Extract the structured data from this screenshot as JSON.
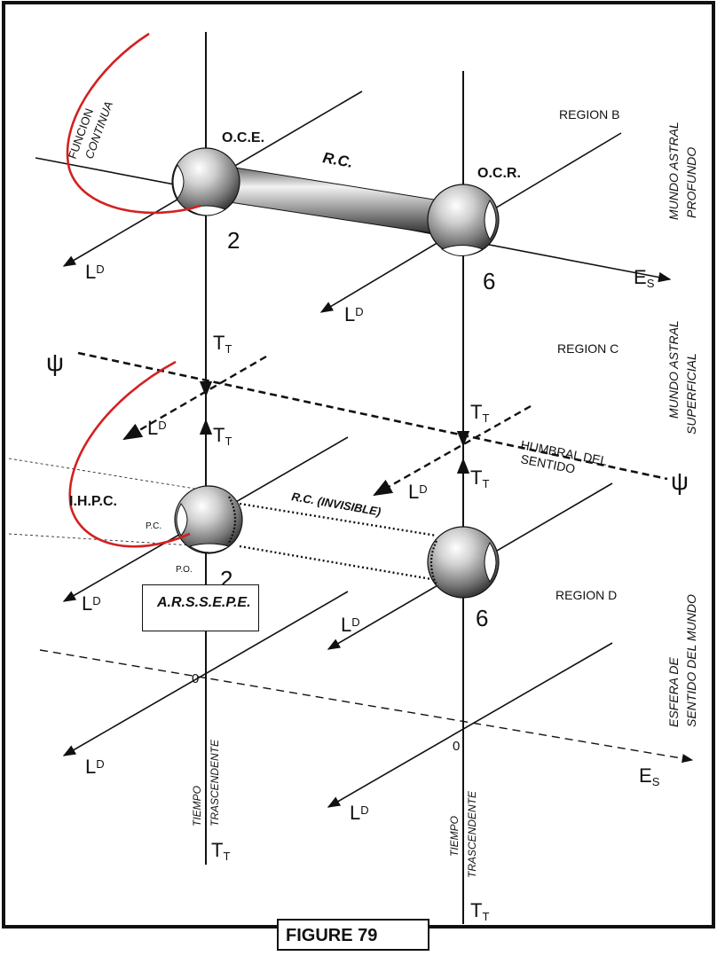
{
  "labels": {
    "funcion": "FUNCION",
    "continua": "CONTINUA",
    "oce": "O.C.E.",
    "ocr": "O.C.R.",
    "rc": "R.C.",
    "rc_invisible": "R.C. (INVISIBLE)",
    "region_b": "REGION B",
    "region_c": "REGION C",
    "region_d": "REGION D",
    "mundo_astral": "MUNDO ASTRAL",
    "profundo": "PROFUNDO",
    "superficial": "SUPERFICIAL",
    "esfera_de": "ESFERA DE",
    "sentido_del_mundo": "SENTIDO DEL MUNDO",
    "humbral_del": "HUMBRAL DEL",
    "sentido": "SENTIDO",
    "ihpc": "I.H.P.C.",
    "pc": "P.C.",
    "po": "P.O.",
    "num_2": "2",
    "num_6": "6",
    "zero": "0",
    "tiempo": "TIEMPO",
    "trascendente": "TRASCENDENTE",
    "psi": "ψ",
    "t_main": "T",
    "t_sub": "T",
    "l_main": "L",
    "l_sub": "D",
    "e_main": "E",
    "e_sub": "S"
  },
  "ars_box": "A.R.S.S.E.P.E.",
  "caption": "FIGURE 79",
  "colors": {
    "curve": "#d42020",
    "ink": "#111111"
  }
}
